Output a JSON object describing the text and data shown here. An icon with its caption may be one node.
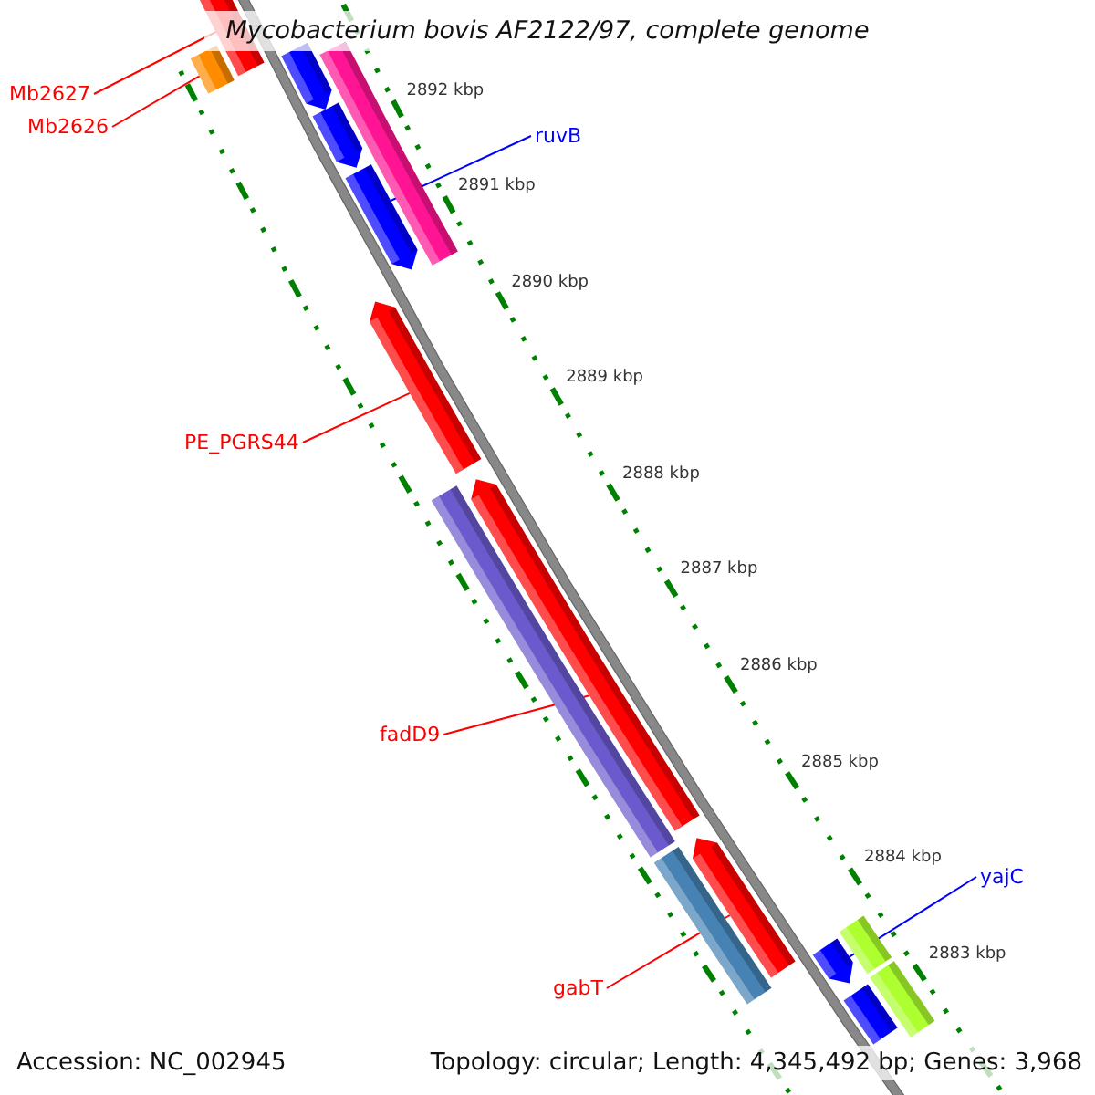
{
  "diagram": {
    "title": "Mycobacterium bovis AF2122/97, complete genome",
    "nodes": [
      {
        "text": [
          "Mb2627"
        ]
      },
      {
        "text": [
          "Mb2626"
        ]
      },
      {
        "text": [],
        "shape": "bar"
      },
      {
        "text": [],
        "shape": "bar"
      },
      {
        "text": [],
        "shape": "bar"
      },
      {
        "text": [],
        "shape": "bar"
      },
      {
        "text": [],
        "shape": "bar"
      },
      {
        "text": [
          "ruvB"
        ]
      },
      {
        "text": [],
        "shape": "bar"
      },
      {
        "text": [
          "PE_PGRS44"
        ]
      },
      {
        "text": [],
        "shape": "bar"
      },
      {
        "text": [],
        "shape": "bar"
      },
      {
        "text": [],
        "shape": "bar"
      },
      {
        "text": [
          "fadD9"
        ]
      },
      {
        "text": [],
        "shape": "bar"
      },
      {
        "text": [],
        "shape": "bar"
      },
      {
        "text": [
          "yajC"
        ]
      },
      {
        "text": [
          "gabT"
        ]
      },
      {
        "text": [],
        "shape": "bar"
      },
      {
        "text": [],
        "shape": "bar"
      },
      {
        "text": [],
        "shape": "bar"
      },
      {
        "text": [],
        "shape": "bar"
      }
    ],
    "edges": [
      {
        "from": 0,
        "to": 2,
        "arrow": "none"
      },
      {
        "from": 1,
        "to": 3,
        "arrow": "none"
      },
      {
        "from": 7,
        "to": 8,
        "arrow": "none",
        "color": "#0000ff"
      },
      {
        "from": 9,
        "to": 10,
        "arrow": "none"
      },
      {
        "from": 13,
        "to": 11,
        "arrow": "none"
      },
      {
        "from": 17,
        "to": 14,
        "arrow": "none"
      },
      {
        "from": 16,
        "to": 18,
        "arrow": "none",
        "color": "#0000ff"
      }
    ],
    "labels": [
      "2892 kbp",
      "2891 kbp",
      "2890 kbp",
      "2889 kbp",
      "2888 kbp",
      "2887 kbp",
      "2886 kbp",
      "2885 kbp",
      "2884 kbp",
      "2883 kbp",
      "Accession: NC_002945",
      "Topology: circular; Length: 4,345,492 bp; Genes: 3,968"
    ]
  }
}
